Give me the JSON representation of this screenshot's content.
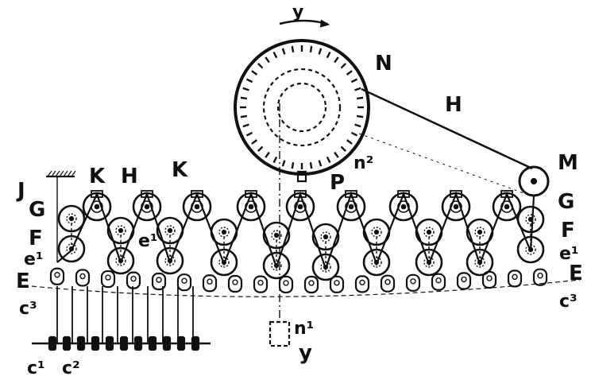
{
  "labels": {
    "y_top": "y",
    "N": "N",
    "H_belt": "H",
    "n2": "n²",
    "M": "M",
    "P": "P",
    "J": "J",
    "K_left": "K",
    "H_left": "H",
    "K_mid": "K",
    "G_left": "G",
    "G_right": "G",
    "F_left": "F",
    "F_right": "F",
    "e1_left": "e¹",
    "e1_mid": "e¹",
    "e1_right": "e¹",
    "E_left": "E",
    "E_right": "E",
    "c3_left": "c³",
    "c3_right": "c³",
    "n1": "n¹",
    "y_bottom": "y",
    "c1": "c¹",
    "c2": "c²"
  },
  "colors": {
    "ink": "#111111",
    "paper": "#ffffff"
  }
}
